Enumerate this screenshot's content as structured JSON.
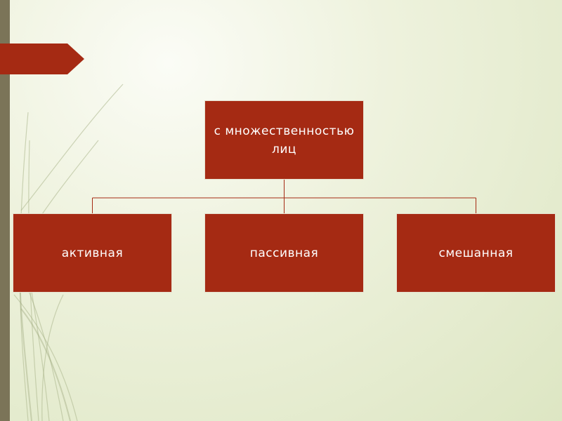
{
  "slide": {
    "background": "#eef2dd",
    "sidebar_color": "#7b7458",
    "accent": "#a52a13"
  },
  "diagram": {
    "type": "hierarchy",
    "root": {
      "label": "с множественностью лиц"
    },
    "children": [
      {
        "label": "активная"
      },
      {
        "label": "пассивная"
      },
      {
        "label": "смешанная"
      }
    ]
  }
}
